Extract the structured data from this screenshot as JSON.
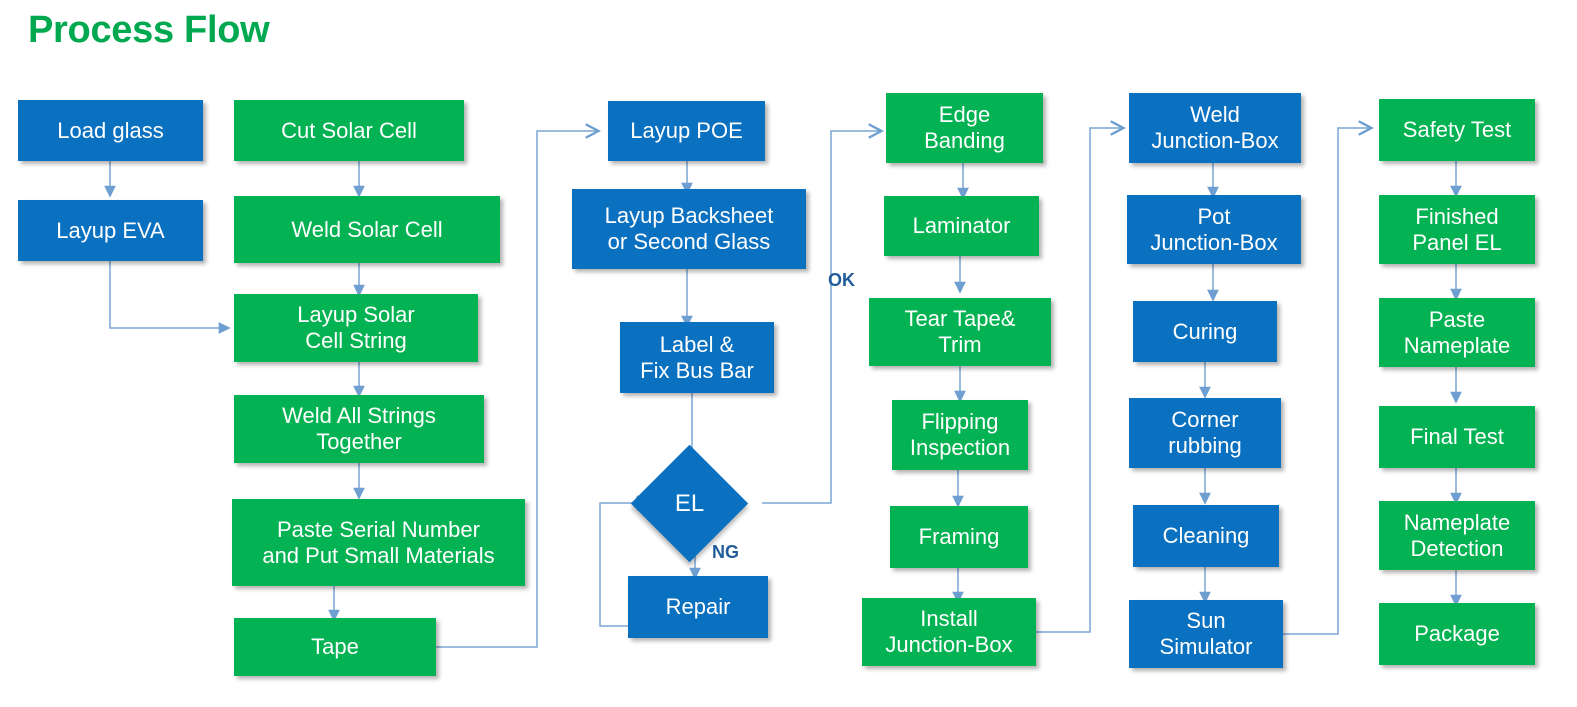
{
  "title": "Process Flow",
  "colors": {
    "blue": "#0a70c0",
    "green": "#03b252",
    "title_green": "#00a94f",
    "connector_blue": "#6f9fd0",
    "label_blue": "#1f5c99",
    "background": "#ffffff"
  },
  "chart_data": {
    "type": "flowchart",
    "title": "Process Flow",
    "orientation": "column-serpentine-left-to-right",
    "node_count": 30,
    "columns": [
      {
        "index": 0,
        "nodes": [
          {
            "id": "load-glass",
            "lines": [
              "Load glass"
            ],
            "color": "blue"
          },
          {
            "id": "layup-eva",
            "lines": [
              "Layup EVA"
            ],
            "color": "blue"
          }
        ]
      },
      {
        "index": 1,
        "nodes": [
          {
            "id": "cut-solar-cell",
            "lines": [
              "Cut Solar Cell"
            ],
            "color": "green"
          },
          {
            "id": "weld-solar-cell",
            "lines": [
              "Weld Solar Cell"
            ],
            "color": "green"
          },
          {
            "id": "layup-solar-cell-string",
            "lines": [
              "Layup Solar",
              "Cell String"
            ],
            "color": "green"
          },
          {
            "id": "weld-all-strings-together",
            "lines": [
              "Weld All Strings",
              "Together"
            ],
            "color": "green"
          },
          {
            "id": "paste-serial-number",
            "lines": [
              "Paste Serial Number",
              "and Put Small Materials"
            ],
            "color": "green"
          },
          {
            "id": "tape",
            "lines": [
              "Tape"
            ],
            "color": "green"
          }
        ]
      },
      {
        "index": 2,
        "nodes": [
          {
            "id": "layup-poe",
            "lines": [
              "Layup POE"
            ],
            "color": "blue"
          },
          {
            "id": "layup-backsheet",
            "lines": [
              "Layup Backsheet",
              "or Second Glass"
            ],
            "color": "blue"
          },
          {
            "id": "label-fix-bus-bar",
            "lines": [
              "Label &",
              "Fix Bus Bar"
            ],
            "color": "blue"
          },
          {
            "id": "el",
            "lines": [
              "EL"
            ],
            "color": "blue",
            "shape": "diamond"
          },
          {
            "id": "repair",
            "lines": [
              "Repair"
            ],
            "color": "blue"
          }
        ]
      },
      {
        "index": 3,
        "nodes": [
          {
            "id": "edge-banding",
            "lines": [
              "Edge",
              "Banding"
            ],
            "color": "green"
          },
          {
            "id": "laminator",
            "lines": [
              "Laminator"
            ],
            "color": "green"
          },
          {
            "id": "tear-tape-trim",
            "lines": [
              "Tear Tape&",
              "Trim"
            ],
            "color": "green"
          },
          {
            "id": "flipping-inspection",
            "lines": [
              "Flipping",
              "Inspection"
            ],
            "color": "green"
          },
          {
            "id": "framing",
            "lines": [
              "Framing"
            ],
            "color": "green"
          },
          {
            "id": "install-junction-box",
            "lines": [
              "Install",
              "Junction-Box"
            ],
            "color": "green"
          }
        ]
      },
      {
        "index": 4,
        "nodes": [
          {
            "id": "weld-junction-box",
            "lines": [
              "Weld",
              "Junction-Box"
            ],
            "color": "blue"
          },
          {
            "id": "pot-junction-box",
            "lines": [
              "Pot",
              "Junction-Box"
            ],
            "color": "blue"
          },
          {
            "id": "curing",
            "lines": [
              "Curing"
            ],
            "color": "blue"
          },
          {
            "id": "corner-rubbing",
            "lines": [
              "Corner",
              "rubbing"
            ],
            "color": "blue"
          },
          {
            "id": "cleaning",
            "lines": [
              "Cleaning"
            ],
            "color": "blue"
          },
          {
            "id": "sun-simulator",
            "lines": [
              "Sun",
              "Simulator"
            ],
            "color": "blue"
          }
        ]
      },
      {
        "index": 5,
        "nodes": [
          {
            "id": "safety-test",
            "lines": [
              "Safety Test"
            ],
            "color": "green"
          },
          {
            "id": "finished-panel-el",
            "lines": [
              "Finished",
              "Panel EL"
            ],
            "color": "green"
          },
          {
            "id": "paste-nameplate",
            "lines": [
              "Paste",
              "Nameplate"
            ],
            "color": "green"
          },
          {
            "id": "final-test",
            "lines": [
              "Final Test"
            ],
            "color": "green"
          },
          {
            "id": "nameplate-detection",
            "lines": [
              "Nameplate",
              "Detection"
            ],
            "color": "green"
          },
          {
            "id": "package",
            "lines": [
              "Package"
            ],
            "color": "green"
          }
        ]
      }
    ],
    "branch_labels": [
      {
        "id": "ok",
        "text": "OK",
        "from": "el",
        "to": "edge-banding"
      },
      {
        "id": "ng",
        "text": "NG",
        "from": "el",
        "to": "repair"
      }
    ]
  },
  "nodes": {
    "load_glass": "Load glass",
    "layup_eva": "Layup EVA",
    "cut_solar_cell": "Cut Solar Cell",
    "weld_solar_cell": "Weld Solar Cell",
    "layup_solar_1": "Layup Solar",
    "layup_solar_2": "Cell String",
    "weld_all_1": "Weld All Strings",
    "weld_all_2": "Together",
    "paste_serial_1": "Paste Serial Number",
    "paste_serial_2": "and Put Small Materials",
    "tape": "Tape",
    "layup_poe": "Layup POE",
    "layup_backsheet_1": "Layup Backsheet",
    "layup_backsheet_2": "or Second Glass",
    "label_bus_1": "Label &",
    "label_bus_2": "Fix Bus Bar",
    "el": "EL",
    "repair": "Repair",
    "edge_banding_1": "Edge",
    "edge_banding_2": "Banding",
    "laminator": "Laminator",
    "tear_tape_1": "Tear Tape&",
    "tear_tape_2": "Trim",
    "flipping_1": "Flipping",
    "flipping_2": "Inspection",
    "framing": "Framing",
    "install_jb_1": "Install",
    "install_jb_2": "Junction-Box",
    "weld_jb_1": "Weld",
    "weld_jb_2": "Junction-Box",
    "pot_jb_1": "Pot",
    "pot_jb_2": "Junction-Box",
    "curing": "Curing",
    "corner_1": "Corner",
    "corner_2": "rubbing",
    "cleaning": "Cleaning",
    "sun_sim_1": "Sun",
    "sun_sim_2": "Simulator",
    "safety_test": "Safety Test",
    "finished_el_1": "Finished",
    "finished_el_2": "Panel EL",
    "paste_np_1": "Paste",
    "paste_np_2": "Nameplate",
    "final_test": "Final Test",
    "np_detection_1": "Nameplate",
    "np_detection_2": "Detection",
    "package": "Package"
  },
  "labels": {
    "ok": "OK",
    "ng": "NG"
  }
}
